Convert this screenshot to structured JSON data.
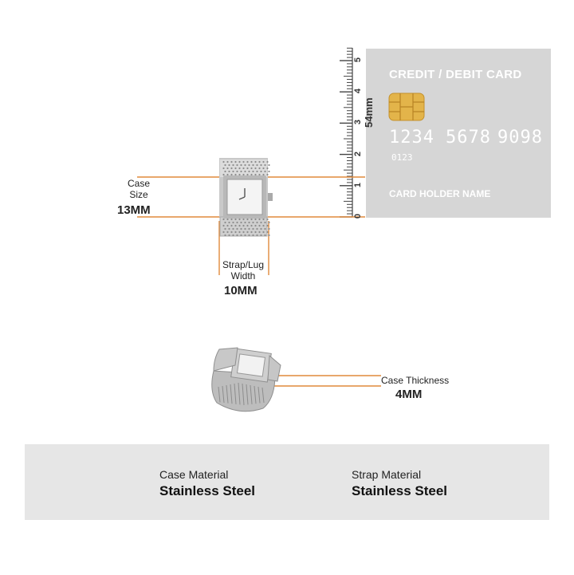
{
  "ruler": {
    "unit_label": "54mm",
    "ticks": [
      "0",
      "1",
      "2",
      "3",
      "4",
      "5"
    ]
  },
  "card": {
    "title": "CREDIT / DEBIT CARD",
    "numbers": [
      "1234",
      "5678",
      "9098"
    ],
    "small_number": "0123",
    "holder": "CARD HOLDER NAME"
  },
  "dimensions": {
    "case_size_label": "Case\nSize",
    "case_size_value": "13MM",
    "strap_label": "Strap/Lug\nWidth",
    "strap_value": "10MM",
    "thickness_label": "Case Thickness",
    "thickness_value": "4MM"
  },
  "features": [
    {
      "icon": "watch-icon",
      "title": "Case Material",
      "value": "Stainless Steel"
    },
    {
      "icon": "strap-icon",
      "title": "Strap Material",
      "value": "Stainless Steel"
    }
  ],
  "colors": {
    "measure_line": "#e08a3c",
    "card_bg": "#d4d4d4",
    "bar_bg": "#e6e6e6"
  }
}
